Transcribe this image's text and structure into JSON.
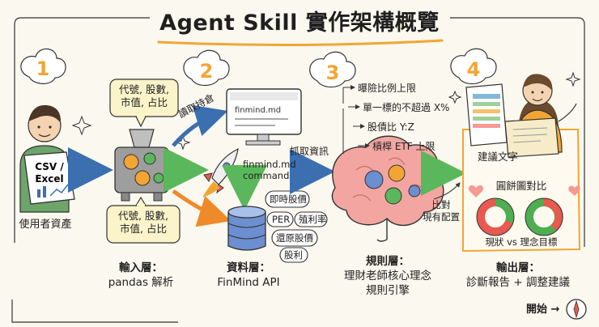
{
  "title": "Agent Skill 實作架構概覽",
  "steps": {
    "s1": "1",
    "s2": "2",
    "s3": "3",
    "s4": "4"
  },
  "input": {
    "doc_line1": "CSV /",
    "doc_line2": "Excel",
    "user_caption": "使用者資產",
    "bubble_top": [
      "代號, 股數,",
      "市值, 占比"
    ],
    "bubble_bottom": [
      "代號, 股數,",
      "市值, 占比"
    ],
    "layer_caption": [
      "輸入層：",
      "pandas 解析"
    ]
  },
  "data": {
    "read_holdings": "讀取持倉",
    "command_label": [
      "finmind.md",
      "command"
    ],
    "pills": [
      "即時股價",
      "PER",
      "殖利率",
      "還原股價",
      "股利"
    ],
    "layer_caption": [
      "資料層：",
      "FinMind API"
    ]
  },
  "rules": {
    "fetch_info": "抓取資訊",
    "items": [
      "曝險比例上限",
      "單一標的不超過 X%",
      "股債比 Y:Z",
      "槓桿 ETF 上限"
    ],
    "compare": [
      "比對",
      "現有配置"
    ],
    "layer_caption": [
      "規則層：",
      "理財老師核心理念",
      "規則引擎"
    ]
  },
  "output": {
    "advice_text": "建議文字",
    "pie_title": "圓餅圖對比",
    "pie_legend": "現狀 vs 理念目標",
    "layer_caption": [
      "輸出層：",
      "診斷報告 + 調整建議"
    ]
  },
  "start_label": "開始 →",
  "icons": {
    "doc": "document-icon",
    "machine": "parser-machine-icon",
    "monitor": "monitor-icon",
    "rocket": "rocket-icon",
    "database": "database-icon",
    "brain": "brain-icon",
    "report": "report-icon",
    "compass": "compass-icon"
  },
  "colors": {
    "step_orange": "#f2a533",
    "arrow_blue": "#3b6fb0",
    "arrow_green": "#5bb75b",
    "arrow_orange": "#ef8a2b",
    "pie_red": "#e85a50",
    "pie_green": "#4fae52",
    "db_blue": "#6b8fd0",
    "brain_pink": "#f3a6a1"
  }
}
